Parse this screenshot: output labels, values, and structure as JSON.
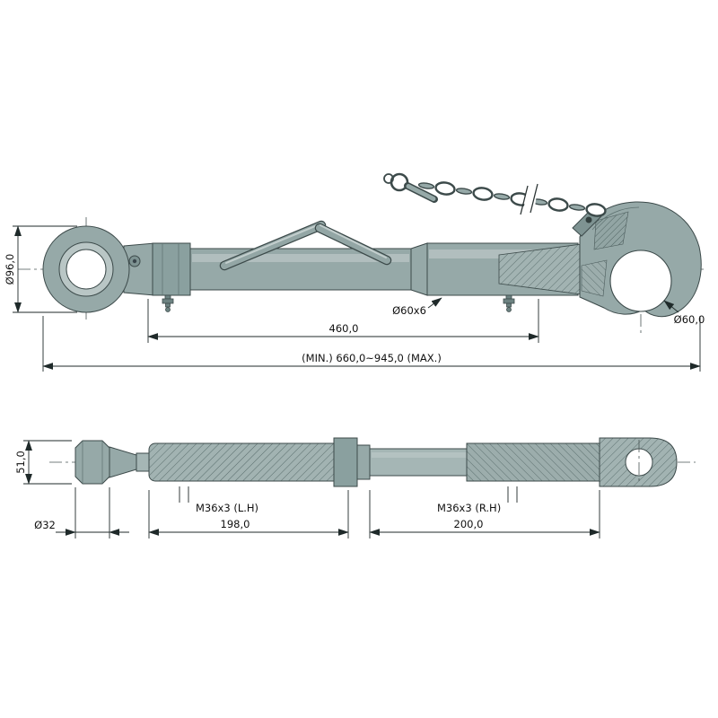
{
  "drawing": {
    "kind": "technical-drawing of top link assembly with quick-release hook",
    "views": {
      "assembly": {
        "dims": {
          "eye_diameter": "Ø96,0",
          "tube_spec": "Ø60x6",
          "body_length": "460,0",
          "overall_length": "(MIN.) 660,0~945,0 (MAX.)",
          "hook_ball_diameter": "Ø60,0"
        }
      },
      "spindle": {
        "dims": {
          "end_width": "51,0",
          "end_diameter": "Ø32",
          "thread_left": "M36x3 (L.H)",
          "thread_left_length": "198,0",
          "thread_right": "M36x3 (R.H)",
          "thread_right_length": "200,0"
        }
      }
    },
    "colors": {
      "part": "#96a9a8",
      "part_dark": "#8aa09f",
      "part_light": "#b9c6c5",
      "outline": "#3c4a4a",
      "dimension": "#1f2a2a",
      "background": "#ffffff"
    }
  }
}
